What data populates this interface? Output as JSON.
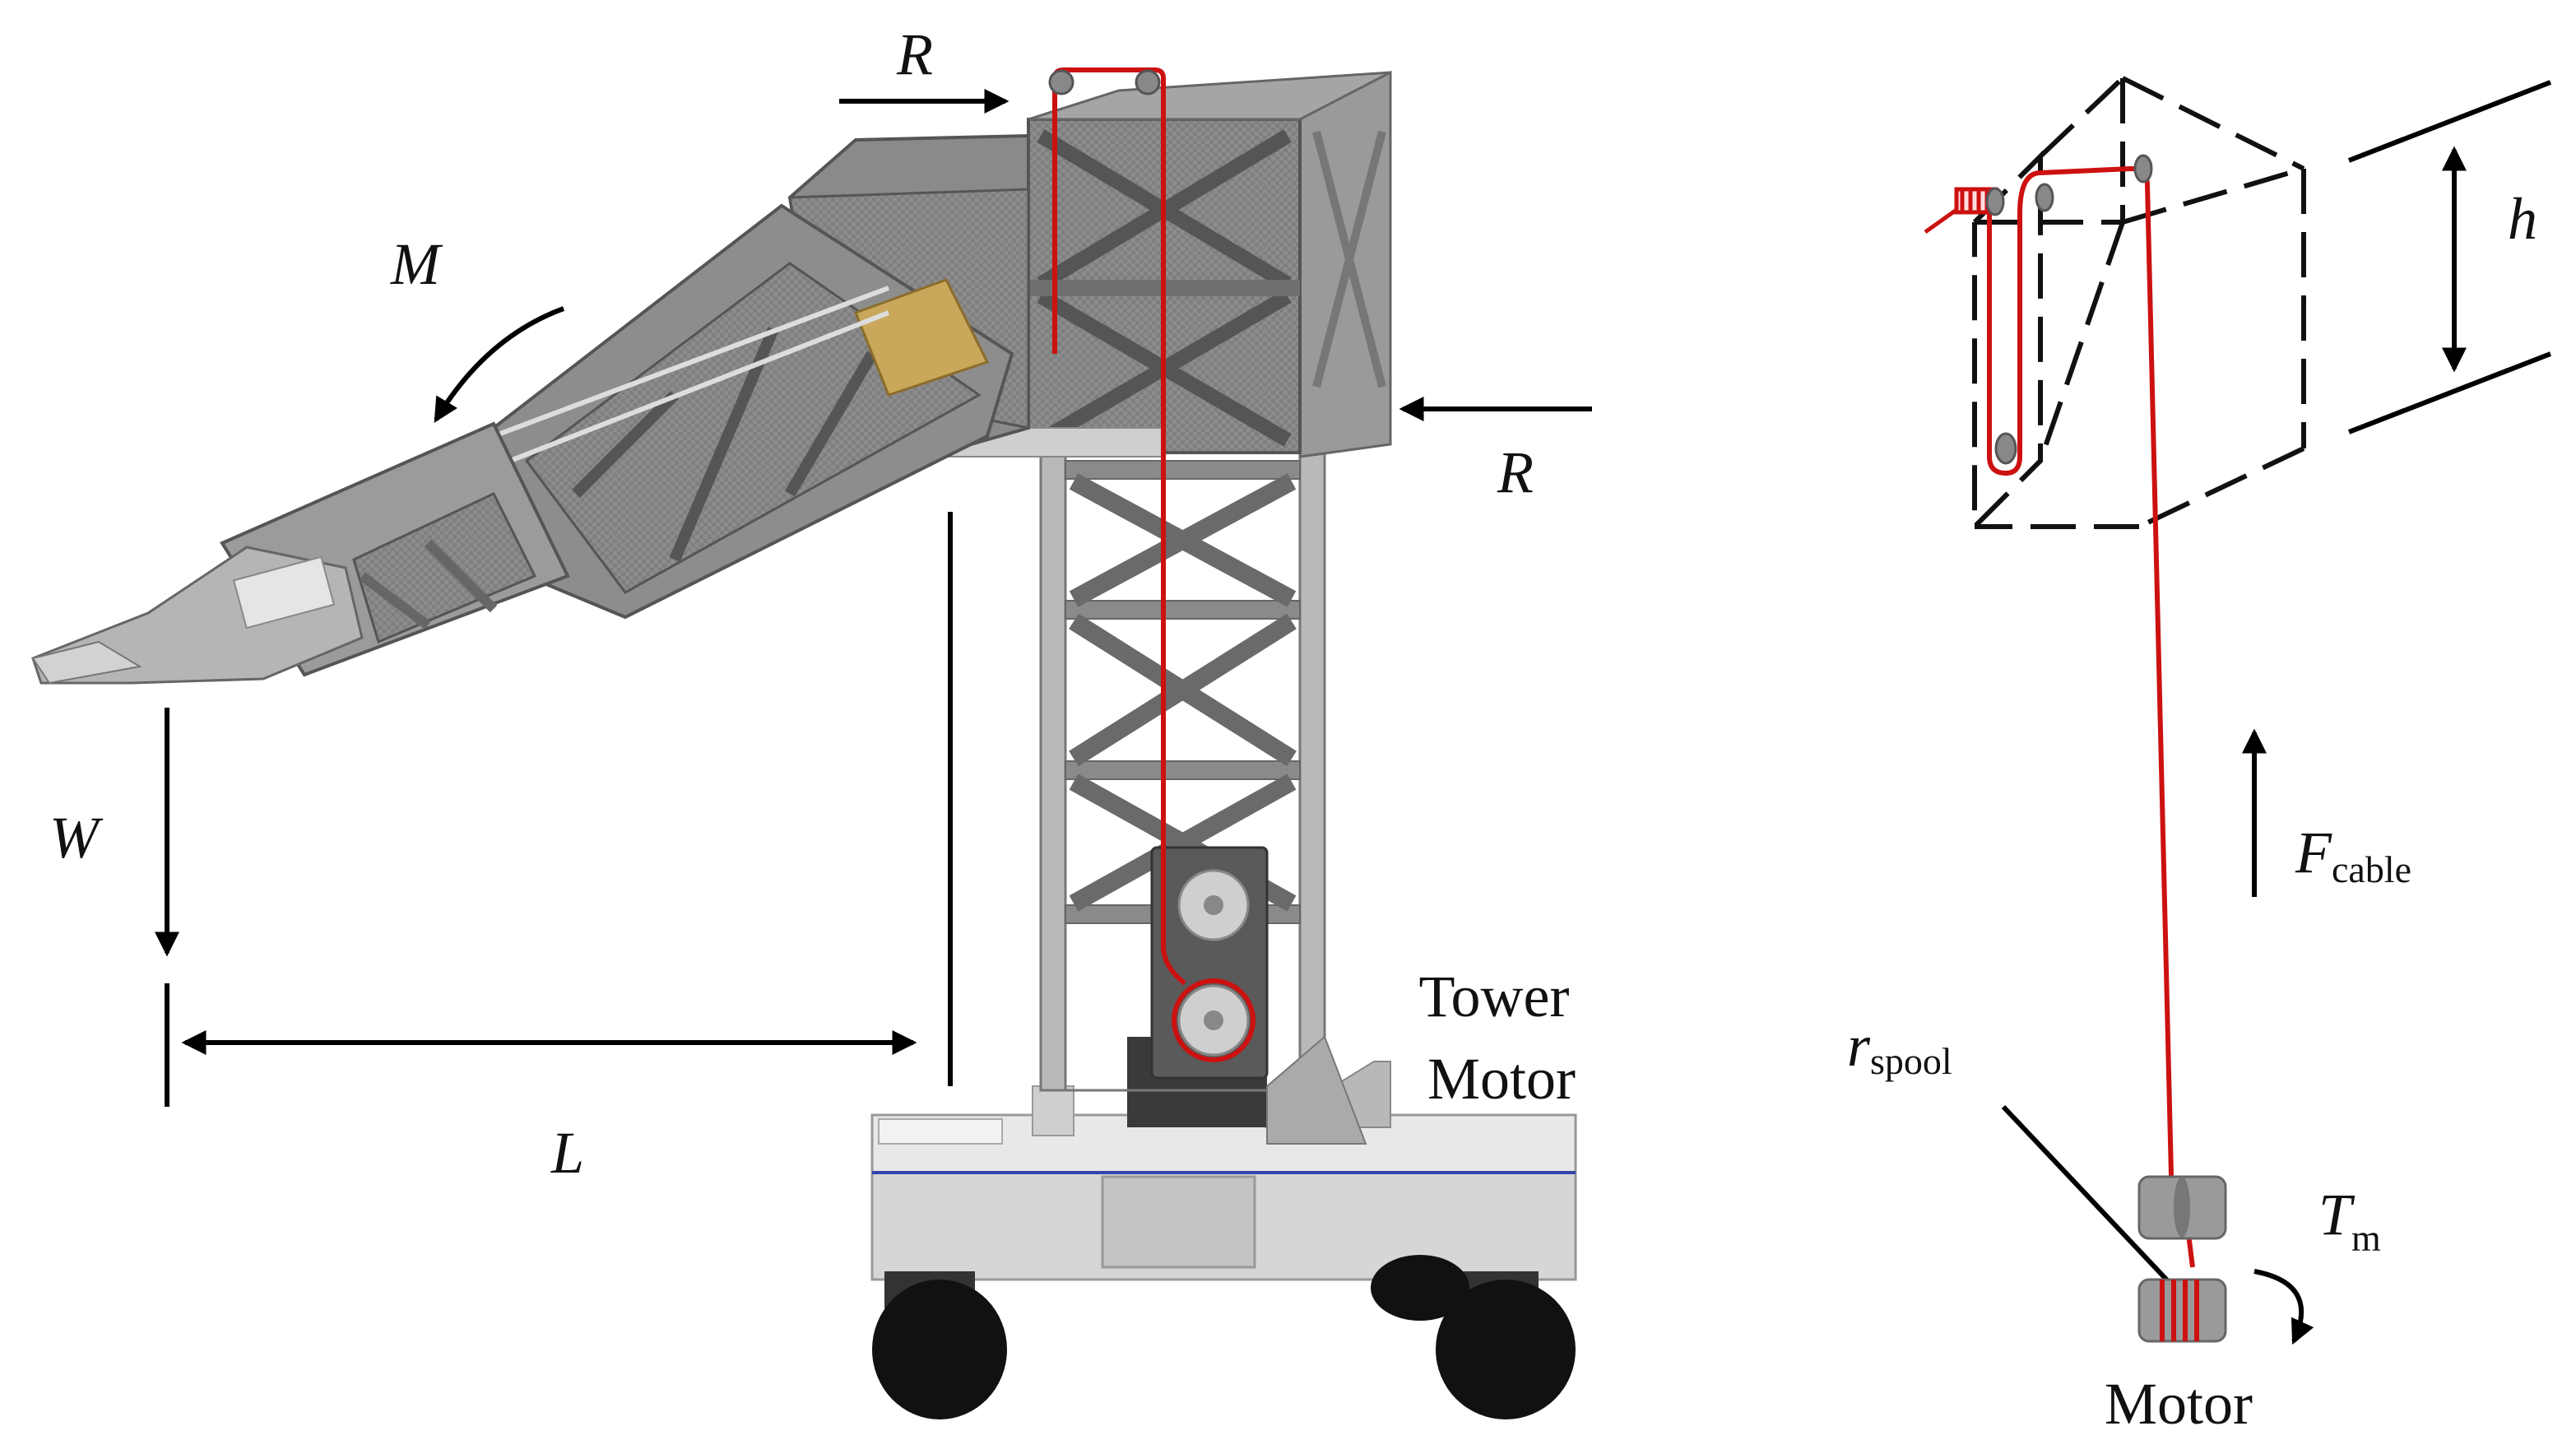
{
  "labels": {
    "R_top": "R",
    "R_right": "R",
    "M": "M",
    "W": "W",
    "L": "L",
    "tower_motor_line1": "Tower",
    "tower_motor_line2": "Motor",
    "h": "h",
    "F": "F",
    "F_sub": "cable",
    "r": "r",
    "r_sub": "spool",
    "T": "T",
    "T_sub": "m",
    "motor": "Motor"
  },
  "colors": {
    "cable": "#cc1111",
    "frame": "#7a7a7a",
    "frame_dark": "#4a4a4a",
    "frame_light": "#b5b5b5",
    "base": "#d8d8d8",
    "wheel": "#111111",
    "arrow": "#000000"
  }
}
